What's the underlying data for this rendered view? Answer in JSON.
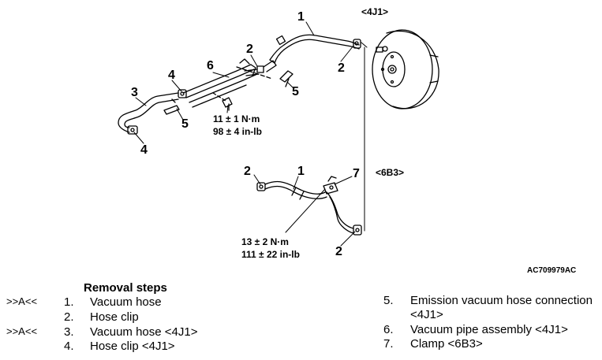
{
  "diagram": {
    "variants": {
      "top": "<4J1>",
      "bottom": "<6B3>"
    },
    "callouts": {
      "n1_top": "1",
      "n2_top_mid": "2",
      "n2_top_right": "2",
      "n3": "3",
      "n4_top": "4",
      "n4_bottom": "4",
      "n5_right": "5",
      "n5_left": "5",
      "n6": "6",
      "n2_bottom_left": "2",
      "n1_bottom": "1",
      "n7": "7",
      "n2_bottom_right": "2"
    },
    "torque_top": {
      "metric": "11 ± 1 N·m",
      "imperial": "98 ± 4 in-lb"
    },
    "torque_bottom": {
      "metric": "13 ± 2 N·m",
      "imperial": "111 ± 22 in-lb"
    },
    "figure_code": "AC709979AC"
  },
  "removal_steps": {
    "title": "Removal steps",
    "left": [
      {
        "mark": ">>A<<",
        "num": "1.",
        "text": "Vacuum hose"
      },
      {
        "mark": "",
        "num": "2.",
        "text": "Hose clip"
      },
      {
        "mark": ">>A<<",
        "num": "3.",
        "text": "Vacuum hose <4J1>"
      },
      {
        "mark": "",
        "num": "4.",
        "text": "Hose clip <4J1>"
      }
    ],
    "right": [
      {
        "num": "5.",
        "text_line1": "Emission vacuum hose connection",
        "text_line2": "<4J1>"
      },
      {
        "num": "6.",
        "text_line1": "Vacuum pipe assembly <4J1>"
      },
      {
        "num": "7.",
        "text_line1": "Clamp <6B3>"
      }
    ]
  }
}
